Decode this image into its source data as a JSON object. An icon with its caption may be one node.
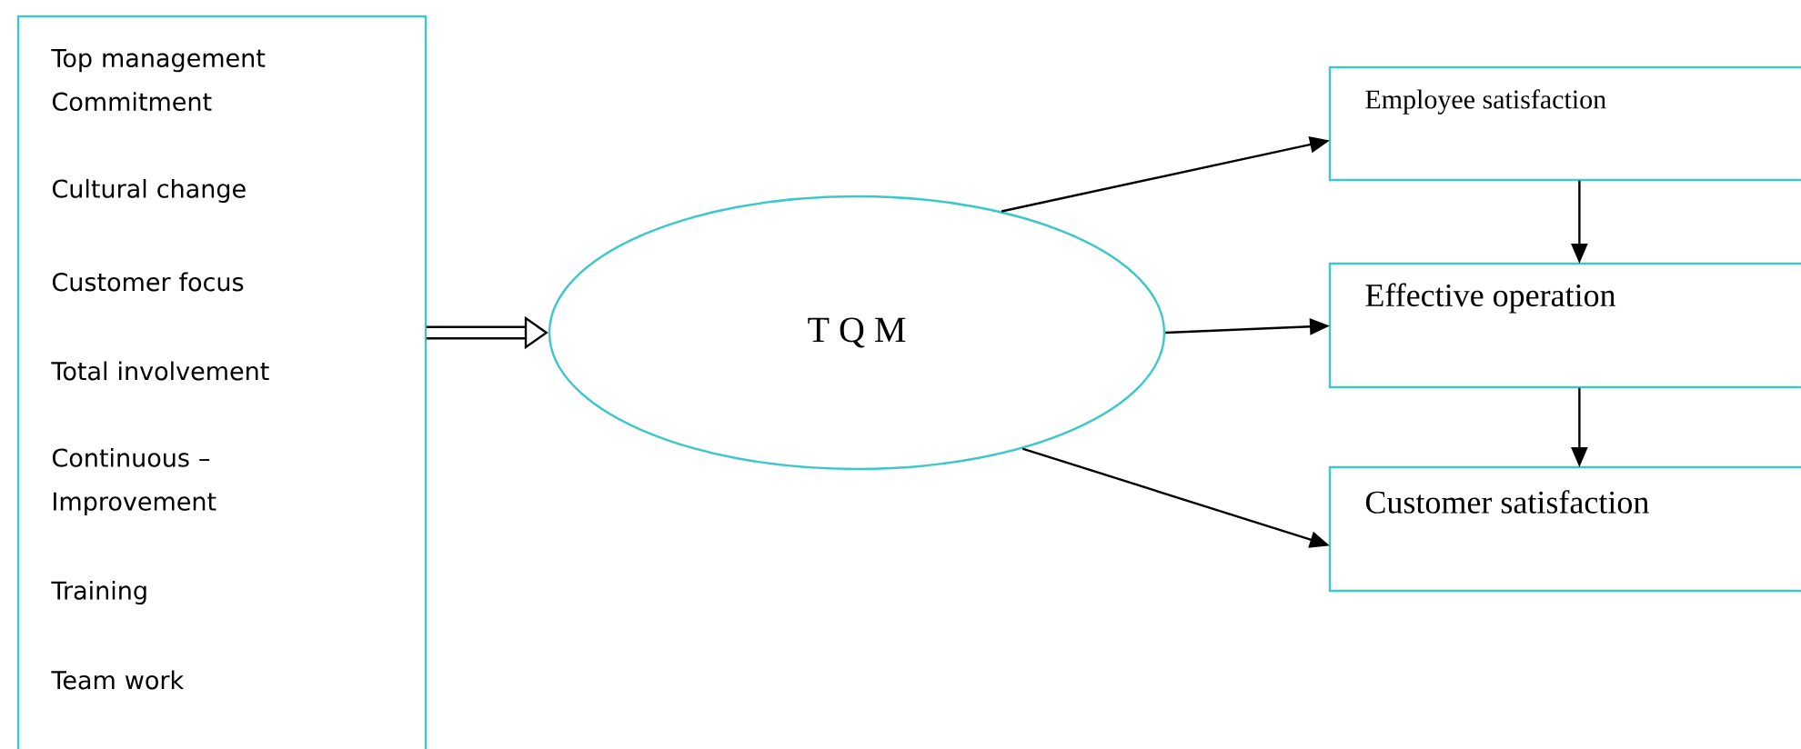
{
  "diagram": {
    "nodes": [
      {
        "text": [
          "Top management Commitment",
          "Cultural change",
          "Customer focus",
          "Total involvement",
          "Continuous – Improvement",
          "Training",
          "Team work"
        ]
      },
      {
        "text": [
          "T Q M"
        ]
      },
      {
        "text": [
          "Employee satisfaction"
        ]
      },
      {
        "text": [
          "Effective operation"
        ]
      },
      {
        "text": [
          "Customer satisfaction"
        ]
      }
    ],
    "edges": [
      {
        "from": 0,
        "to": 1,
        "arrow": "to",
        "style": "thick"
      },
      {
        "from": 1,
        "to": 2,
        "arrow": "to"
      },
      {
        "from": 1,
        "to": 3,
        "arrow": "to"
      },
      {
        "from": 1,
        "to": 4,
        "arrow": "to"
      },
      {
        "from": 2,
        "to": 3,
        "arrow": "to"
      },
      {
        "from": 3,
        "to": 4,
        "arrow": "to"
      }
    ]
  }
}
